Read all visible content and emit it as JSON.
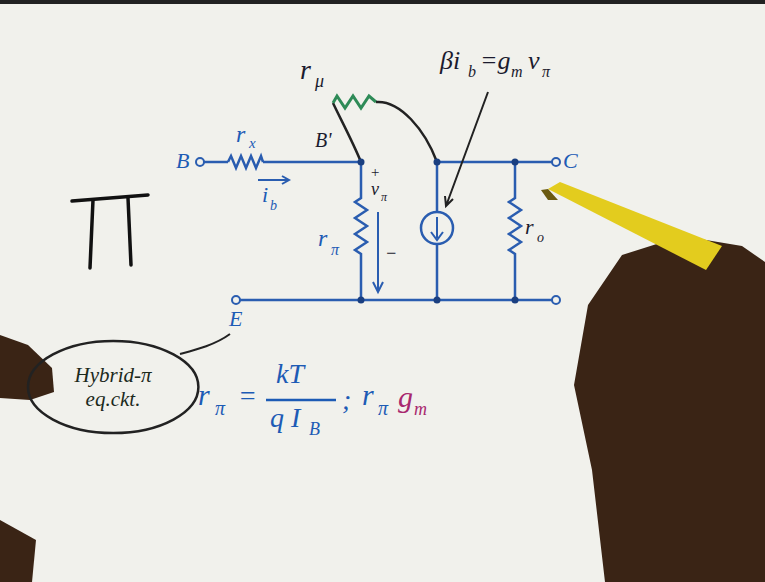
{
  "diagram": {
    "nodes": [
      {
        "text": [
          "Hybrid-π eq.ckt."
        ]
      }
    ],
    "labels": [
      "B",
      "r",
      "x",
      "B'",
      "r",
      "μ",
      "βi",
      "b",
      "=g",
      "m",
      "v",
      "π",
      "C",
      "i",
      "b",
      "r",
      "π",
      "+",
      "v",
      "π",
      "−",
      "r",
      "o",
      "E",
      "r",
      "π",
      "=",
      "kT",
      "q I",
      "B",
      ";",
      "r",
      "π",
      "g",
      "m"
    ]
  }
}
